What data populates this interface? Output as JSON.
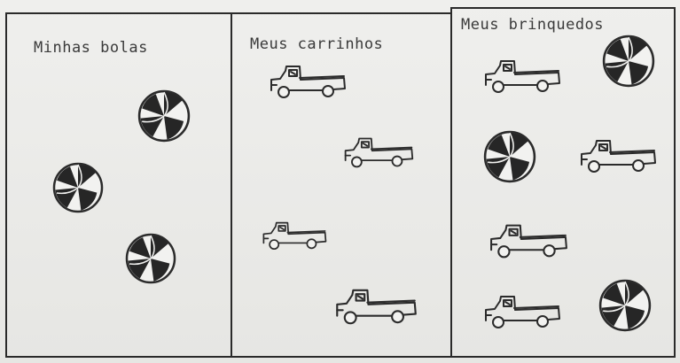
{
  "panels": [
    {
      "title": "Minhas bolas",
      "toys": [
        "ball",
        "ball",
        "ball"
      ]
    },
    {
      "title": "Meus carrinhos",
      "toys": [
        "truck",
        "truck",
        "truck",
        "truck"
      ]
    },
    {
      "title": "Meus brinquedos",
      "toys": [
        "truck",
        "ball",
        "ball",
        "truck",
        "truck",
        "truck",
        "ball"
      ]
    }
  ],
  "colors": {
    "ink": "#2b2b2b",
    "paper": "#ececea"
  }
}
